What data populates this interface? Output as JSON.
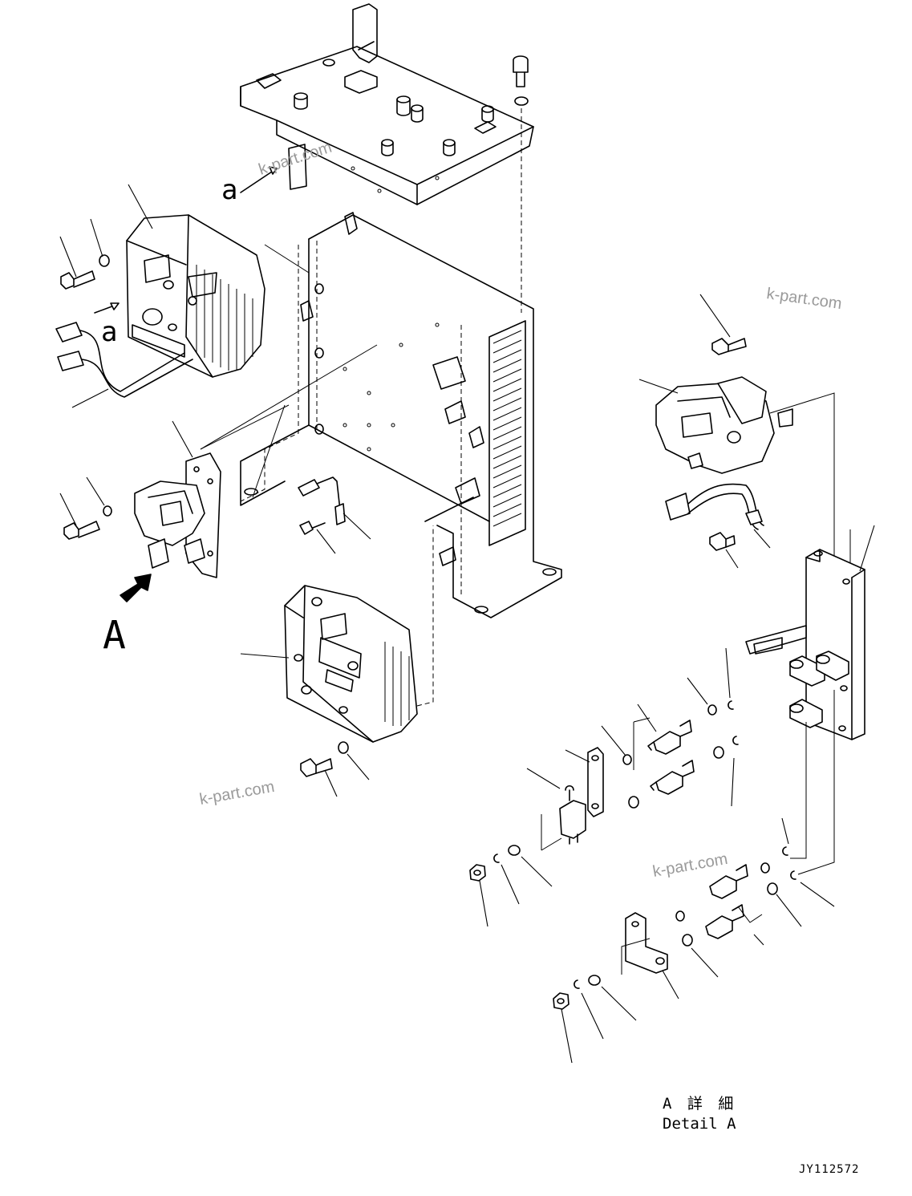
{
  "labels": {
    "view_a_marker": "A",
    "ref_a_top": "a",
    "ref_a_left": "a",
    "detail_jp": "A 詳 細",
    "detail_en": "Detail A",
    "drawing_code": "JY112572"
  },
  "watermarks": {
    "wm1": "k-part.com",
    "wm2": "k-part.com",
    "wm3": "k-part.com",
    "wm4": "k-part.com"
  }
}
